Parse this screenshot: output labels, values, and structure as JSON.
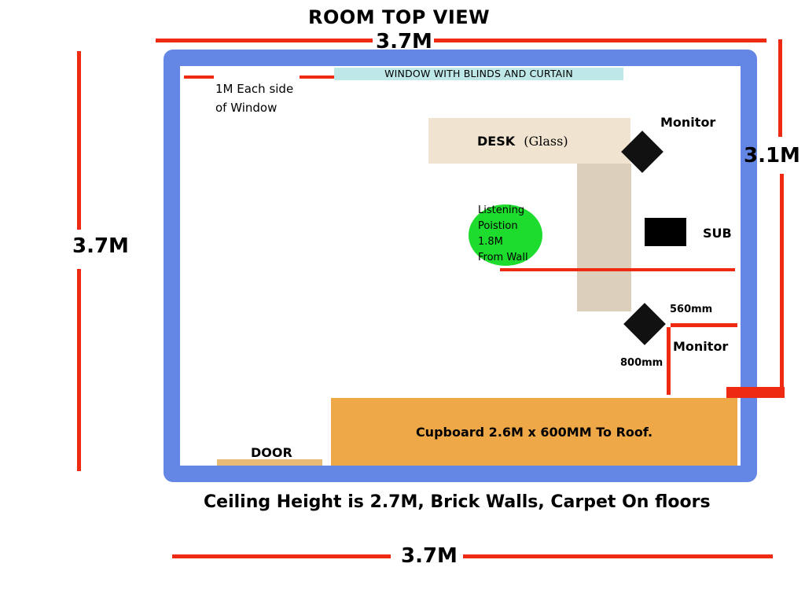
{
  "title": "ROOM TOP VIEW",
  "dimensions": {
    "top_width": "3.7M",
    "left_height": "3.7M",
    "right_length": "3.1M",
    "bottom_width": "3.7M"
  },
  "window": {
    "label": "WINDOW WITH BLINDS AND CURTAIN",
    "side_note_line1": "1M Each side",
    "side_note_line2": "of Window"
  },
  "desk": {
    "label": "DESK",
    "material": "(Glass)"
  },
  "monitor_top_label": "Monitor",
  "monitor_bottom_label": "Monitor",
  "sub_label": "SUB",
  "listening_position": [
    "Listening",
    "Poistion",
    "1.8M",
    "From Wall"
  ],
  "measurements": {
    "horizontal": "560mm",
    "vertical": "800mm"
  },
  "cupboard_label": "Cupboard 2.6M x 600MM To Roof.",
  "door_label": "DOOR",
  "footer": "Ceiling Height is 2.7M, Brick Walls, Carpet On floors",
  "colors": {
    "wall": "#6487e6",
    "dimension_line": "#ee2b12",
    "window": "#bde8e7",
    "desk_top": "#f0e4d0",
    "desk_return": "#dccfbc",
    "listening_spot": "#1edc2d",
    "cupboard": "#eea848",
    "door": "#e6bb78"
  }
}
